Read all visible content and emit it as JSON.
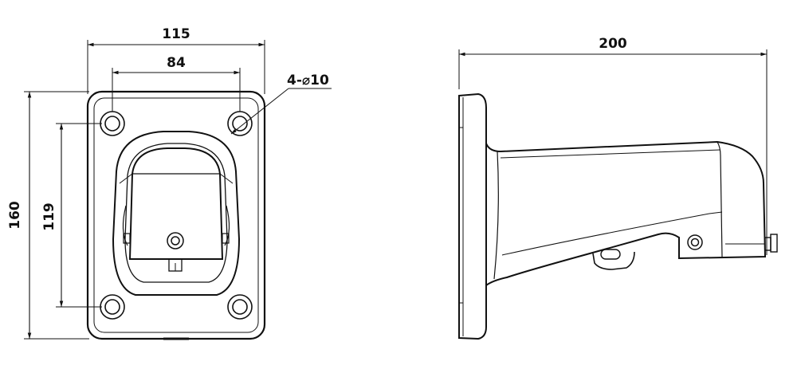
{
  "diagram": {
    "front_view": {
      "width_label": "115",
      "hole_spacing_label": "84",
      "holes_label": "4-⌀10",
      "height_label": "160",
      "vertical_hole_spacing_label": "119"
    },
    "side_view": {
      "length_label": "200"
    },
    "colors": {
      "line": "#111111",
      "background": "#ffffff"
    }
  }
}
